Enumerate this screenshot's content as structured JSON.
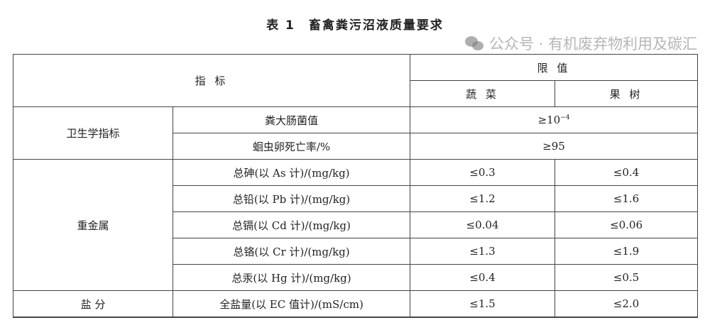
{
  "title": "表 1　畜禽粪污沼液质量要求",
  "header": {
    "indicator": "指 标",
    "limit": "限 值",
    "vegetable": "蔬 菜",
    "fruit_tree": "果 树"
  },
  "groups": [
    {
      "name": "卫生学指标",
      "rows": [
        {
          "item": "粪大肠菌值",
          "shared": "≥10",
          "shared_sup": "−4"
        },
        {
          "item": "蛔虫卵死亡率/%",
          "shared": "≥95"
        }
      ]
    },
    {
      "name": "重金属",
      "rows": [
        {
          "item": "总砷(以 As 计)/(mg/kg)",
          "vegetable": "≤0.3",
          "fruit_tree": "≤0.4"
        },
        {
          "item": "总铅(以 Pb 计)/(mg/kg)",
          "vegetable": "≤1.2",
          "fruit_tree": "≤1.6"
        },
        {
          "item": "总镉(以 Cd 计)/(mg/kg)",
          "vegetable": "≤0.04",
          "fruit_tree": "≤0.06"
        },
        {
          "item": "总铬(以 Cr 计)/(mg/kg)",
          "vegetable": "≤1.3",
          "fruit_tree": "≤1.9"
        },
        {
          "item": "总汞(以 Hg 计)/(mg/kg)",
          "vegetable": "≤0.4",
          "fruit_tree": "≤0.5"
        }
      ]
    },
    {
      "name": "盐 分",
      "rows": [
        {
          "item": "全盐量(以 EC 值计)/(mS/cm)",
          "vegetable": "≤1.5",
          "fruit_tree": "≤2.0"
        }
      ]
    }
  ],
  "watermark": "公众号 · 有机废弃物利用及碳汇"
}
